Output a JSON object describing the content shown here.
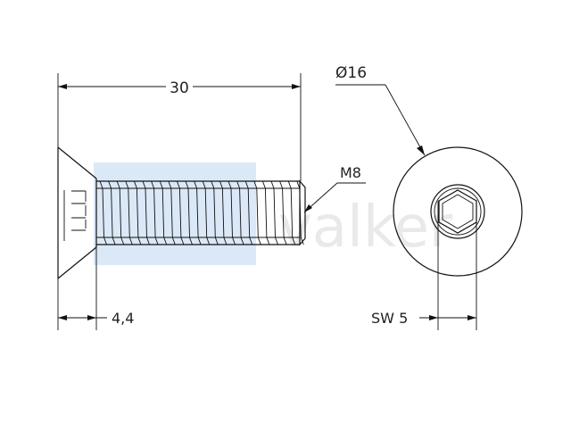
{
  "drawing": {
    "length_label": "30",
    "thread_label": "M8",
    "head_height_label": "4,4",
    "head_diameter_label": "Ø16",
    "socket_label": "SW 5",
    "watermark_text": "valker",
    "watermark_color": "#dbe8f7",
    "line_color": "#111111"
  }
}
